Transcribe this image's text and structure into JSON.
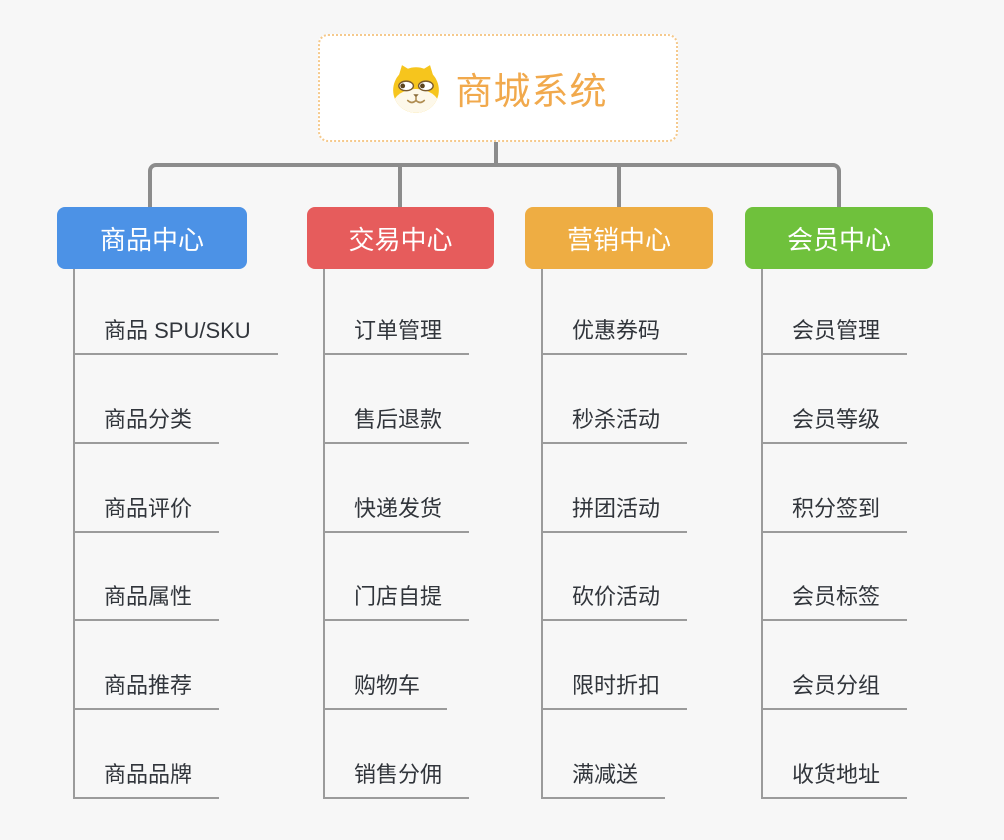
{
  "canvas": {
    "background": "#f7f7f7",
    "connector_color": "#8c8c8c",
    "leaf_line_color": "#9b9b9b"
  },
  "root": {
    "title": "商城系统",
    "title_color": "#F1A94C",
    "border_color": "#F5C98C",
    "icon": "dog-face-icon"
  },
  "branches": [
    {
      "label": "商品中心",
      "color": "#4C92E6",
      "items": [
        "商品 SPU/SKU",
        "商品分类",
        "商品评价",
        "商品属性",
        "商品推荐",
        "商品品牌"
      ]
    },
    {
      "label": "交易中心",
      "color": "#E65C5C",
      "items": [
        "订单管理",
        "售后退款",
        "快递发货",
        "门店自提",
        "购物车",
        "销售分佣"
      ]
    },
    {
      "label": "营销中心",
      "color": "#EEAD43",
      "items": [
        "优惠券码",
        "秒杀活动",
        "拼团活动",
        "砍价活动",
        "限时折扣",
        "满减送"
      ]
    },
    {
      "label": "会员中心",
      "color": "#6FC13C",
      "items": [
        "会员管理",
        "会员等级",
        "积分签到",
        "会员标签",
        "会员分组",
        "收货地址"
      ]
    }
  ]
}
